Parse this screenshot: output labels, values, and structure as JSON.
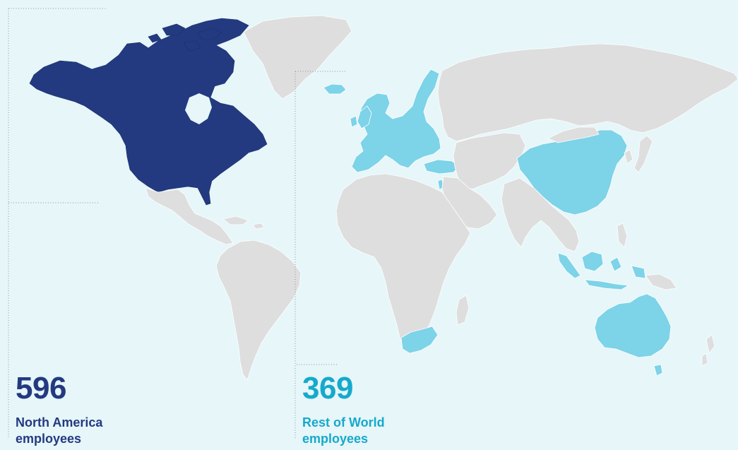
{
  "stats": {
    "north_america": {
      "number": "596",
      "label_line1": "North America",
      "label_line2": "employees"
    },
    "rest_of_world": {
      "number": "369",
      "label_line1": "Rest of World",
      "label_line2": "employees"
    }
  },
  "colors": {
    "background": "#e6f6f9",
    "north_america": "#233a80",
    "rest_of_world": "#7dd3e8",
    "other_land": "#dedede",
    "na_text": "#233a80",
    "row_text": "#16a9cc"
  }
}
